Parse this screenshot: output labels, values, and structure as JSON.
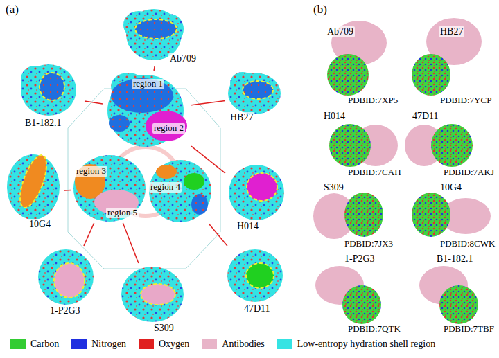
{
  "diagram": {
    "nodes": [
      {
        "text": [
          "Ab709"
        ]
      },
      {
        "text": [
          "B1-182.1"
        ]
      },
      {
        "text": [
          "HB27"
        ]
      },
      {
        "text": [
          "region 1",
          "region 2"
        ]
      },
      {
        "text": [
          "H014"
        ]
      },
      {
        "text": [
          "10G4"
        ]
      },
      {
        "text": [
          "region 3",
          "region 5"
        ]
      },
      {
        "text": [
          "region 4"
        ]
      },
      {
        "text": [
          "1-P2G3"
        ]
      },
      {
        "text": [
          "S309"
        ]
      },
      {
        "text": [
          "47D11"
        ]
      },
      {
        "text": [
          "Ab709",
          "PDBID:7XP5"
        ]
      },
      {
        "text": [
          "HB27",
          "PDBID:7YCP"
        ]
      },
      {
        "text": [
          "H014",
          "PDBID:7CAH"
        ]
      },
      {
        "text": [
          "47D11",
          "PDBID:7AKJ"
        ]
      },
      {
        "text": [
          "S309",
          "PDBID:7JX3"
        ]
      },
      {
        "text": [
          "10G4",
          "PDBID:8CWK"
        ]
      },
      {
        "text": [
          "1-P2G3",
          "PDBID:7QTK"
        ]
      },
      {
        "text": [
          "B1-182.1",
          "PDBID:7TBF"
        ]
      }
    ],
    "edges": [
      {
        "from": 3,
        "to": 0,
        "arrow": "none"
      },
      {
        "from": 3,
        "to": 1,
        "arrow": "none"
      },
      {
        "from": 3,
        "to": 2,
        "arrow": "none"
      },
      {
        "from": 3,
        "to": 4,
        "arrow": "none"
      },
      {
        "from": 6,
        "to": 5,
        "arrow": "none"
      },
      {
        "from": 6,
        "to": 8,
        "arrow": "none"
      },
      {
        "from": 6,
        "to": 9,
        "arrow": "none"
      },
      {
        "from": 7,
        "to": 10,
        "arrow": "none"
      }
    ],
    "labels": [
      "(a)",
      "(b)"
    ],
    "legend": [
      {
        "text": "Carbon",
        "color": "#33cc33"
      },
      {
        "text": "Nitrogen",
        "color": "#1f2fe0"
      },
      {
        "text": "Oxygen",
        "color": "#e02020"
      },
      {
        "text": "Antibodies",
        "color": "#e8b4c8"
      },
      {
        "text": "Low-entropy hydration shell region",
        "color": "#35e3e3"
      }
    ]
  }
}
